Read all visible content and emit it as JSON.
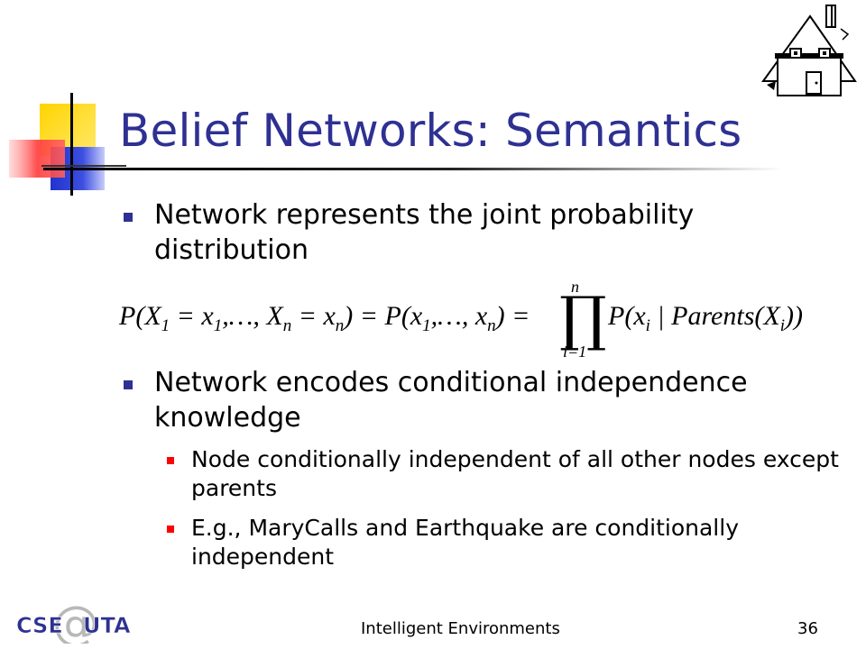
{
  "slide": {
    "title": "Belief Networks: Semantics",
    "bullets": [
      {
        "text": "Network represents the joint probability distribution"
      },
      {
        "text": "Network encodes conditional independence knowledge"
      }
    ],
    "subbullets": [
      {
        "text": "Node conditionally independent of all other nodes except parents"
      },
      {
        "text": "E.g., MaryCalls and Earthquake are conditionally independent"
      }
    ],
    "formula": {
      "p1": "P(X",
      "s1": "1",
      "eq1": " = x",
      "s2": "1",
      "mid1": ",…, X",
      "s3": "n",
      "eq2": " = x",
      "s4": "n",
      "p2": ") = P(x",
      "s5": "1",
      "mid2": ",…, x",
      "s6": "n",
      "p3": ") =",
      "prod": "∏",
      "upper": "n",
      "lower": "i=1",
      "p4": "P(x",
      "s7": "i",
      "p5": " | Parents(X",
      "s8": "i",
      "p6": "))"
    }
  },
  "footer": {
    "text": "Intelligent Environments",
    "page": "36"
  },
  "logo": {
    "left": "CSE",
    "right": "UTA",
    "mid": "@"
  },
  "colors": {
    "title": "#2e3192",
    "bullet_primary": "#2e3192",
    "bullet_secondary": "#ff0000",
    "logo_blue": "#2e3192"
  }
}
